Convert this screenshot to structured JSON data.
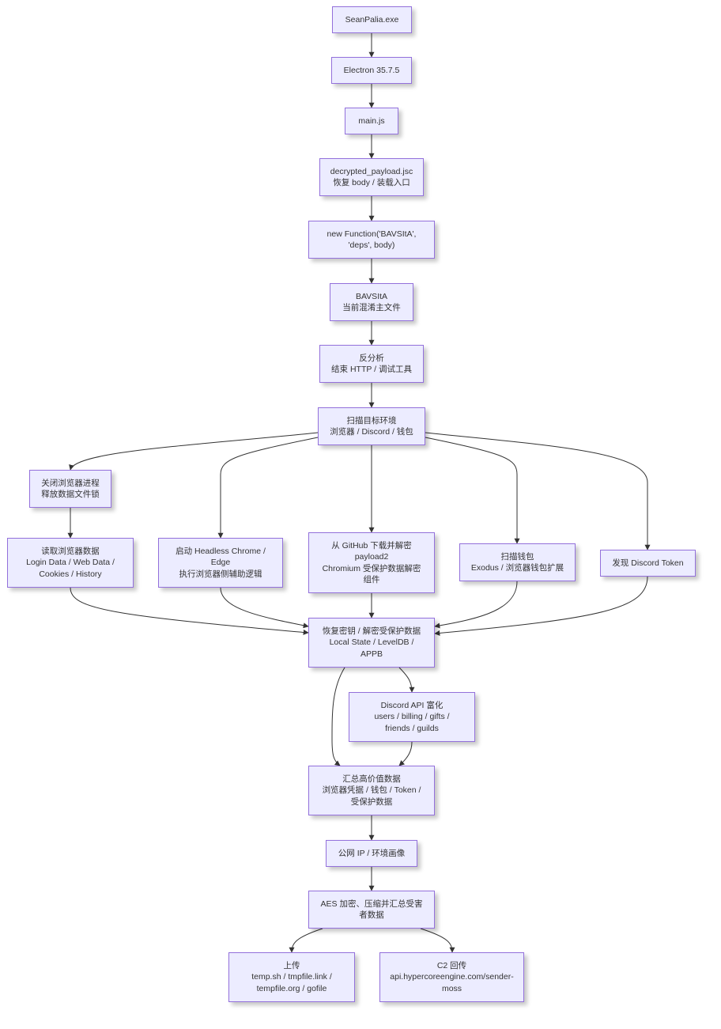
{
  "diagram": {
    "nodes": {
      "exe": "SeanPalia.exe",
      "electron": "Electron 35.7.5",
      "mainjs": "main.js",
      "payload": "decrypted_payload.jsc\n恢复 body / 装载入口",
      "newfunc": "new Function('BAVSItA',\n'deps', body)",
      "bavsita": "BAVSItA\n当前混淆主文件",
      "anti": "反分析\n结束 HTTP / 调试工具",
      "scan": "扫描目标环境\n浏览器 / Discord / 钱包",
      "close_browser": "关闭浏览器进程\n释放数据文件锁",
      "read_browser": "读取浏览器数据\nLogin Data / Web Data /\nCookies / History",
      "headless": "启动 Headless Chrome /\nEdge\n执行浏览器侧辅助逻辑",
      "github": "从 GitHub 下载并解密\npayload2\nChromium 受保护数据解密\n组件",
      "wallet": "扫描钱包\nExodus / 浏览器钱包扩展",
      "discord_token": "发现 Discord Token",
      "recover": "恢复密钥 / 解密受保护数据\nLocal State / LevelDB /\nAPPB",
      "discord_api": "Discord API 富化\nusers / billing / gifts /\nfriends / guilds",
      "aggregate": "汇总高价值数据\n浏览器凭据 / 钱包 / Token /\n受保护数据",
      "ip": "公网 IP / 环境画像",
      "aes": "AES 加密、压缩并汇总受害\n者数据",
      "upload": "上传\ntemp.sh / tmpfile.link /\ntempfile.org / gofile",
      "c2": "C2 回传\napi.hypercoreengine.com/sender-\nmoss"
    }
  },
  "colors": {
    "node_fill": "#ECECFF",
    "node_border": "#9370DB",
    "edge": "#333333",
    "text": "#333333"
  }
}
